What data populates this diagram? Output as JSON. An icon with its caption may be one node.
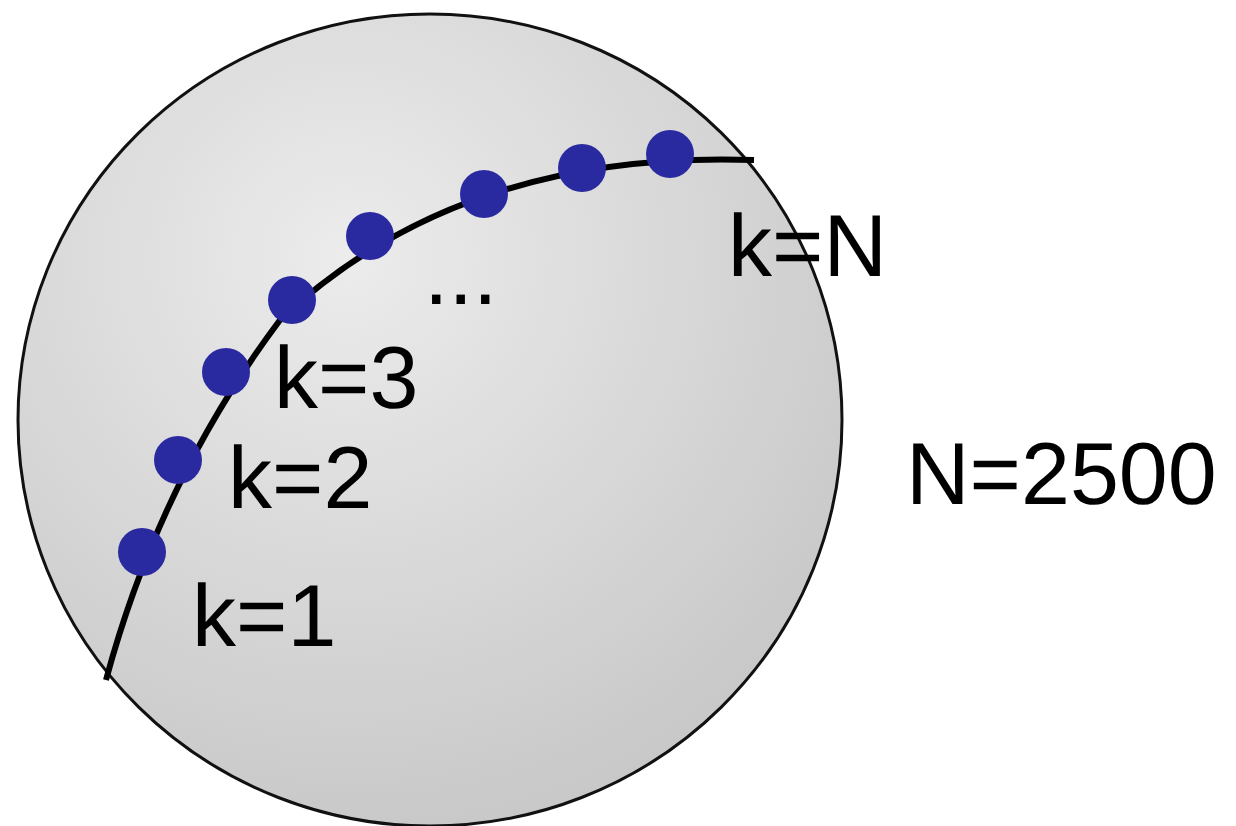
{
  "diagram": {
    "labels": [
      "k=N",
      "...",
      "k=3",
      "k=2",
      "k=1",
      "N=2500"
    ]
  }
}
